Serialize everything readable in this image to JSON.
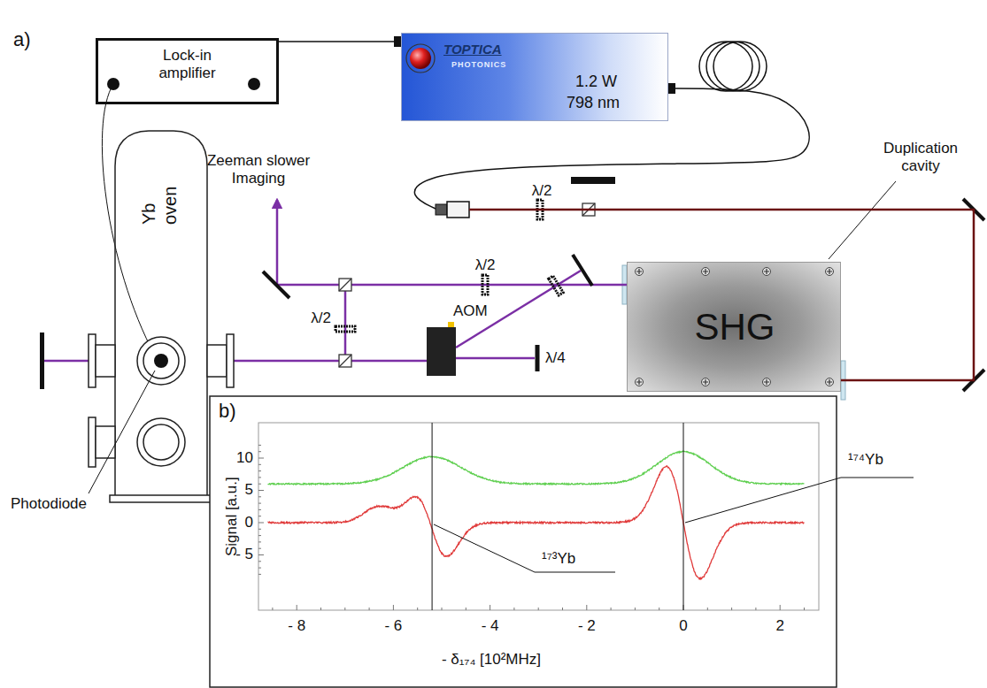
{
  "diagram": {
    "nodes": [
      {
        "text": [
          "Lock-in amplifier"
        ]
      },
      {
        "text": [
          "TOPTICA",
          "PHOTONICS",
          "1.2 W",
          "798 nm"
        ]
      },
      {
        "text": [
          "SHG"
        ]
      },
      {
        "text": [
          "AOM"
        ]
      },
      {
        "text": [
          "Yb oven"
        ]
      }
    ],
    "edges": [
      {
        "from": 0,
        "to": 1,
        "arrow": "none"
      },
      {
        "from": 1,
        "to": 2,
        "arrow": "none"
      }
    ],
    "labels": [
      "a)",
      "Zeeman slower Imaging",
      "Duplication cavity",
      "λ/2",
      "λ/2",
      "λ/2",
      "λ/4",
      "Photodiode",
      "b)",
      "10",
      "5",
      "0",
      "- 5",
      "- 8",
      "- 6",
      "- 4",
      "- 2",
      "0",
      "2",
      "Signal [a.u.]",
      "- δ₁₇₄ [10²MHz]",
      "¹⁷³Yb",
      "¹⁷⁴Yb"
    ]
  }
}
